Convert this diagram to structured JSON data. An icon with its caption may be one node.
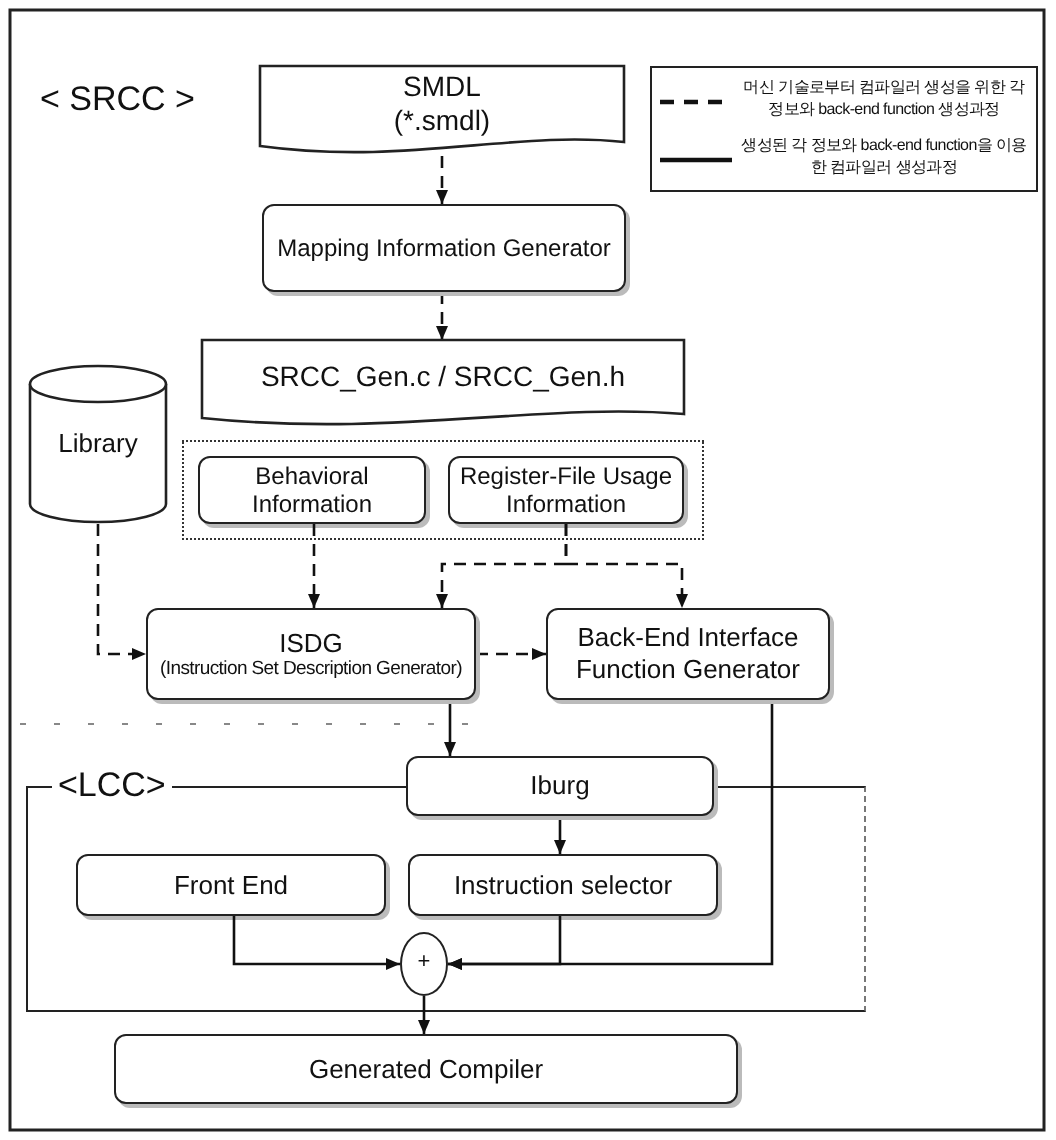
{
  "diagram": {
    "nodes": [
      {
        "text": [
          "SMDL (*.smdl)"
        ]
      },
      {
        "text": [
          "Mapping Information Generator"
        ]
      },
      {
        "text": [
          "SRCC_Gen.c / SRCC_Gen.h"
        ]
      },
      {
        "text": [],
        "shape": "box"
      },
      {
        "text": [
          "Library"
        ]
      },
      {
        "text": [
          "Behavioral Information"
        ],
        "in": 3
      },
      {
        "text": [
          "Register-File Usage Information"
        ],
        "in": 3
      },
      {
        "text": [
          "ISDG",
          "(Instruction Set Description Generator)"
        ]
      },
      {
        "text": [
          "Back-End Interface Function Generator"
        ]
      },
      {
        "text": [
          "<LCC>"
        ]
      },
      {
        "text": [
          "Iburg"
        ]
      },
      {
        "text": [
          "Front End"
        ],
        "in": 9
      },
      {
        "text": [
          "Instruction selector"
        ],
        "in": 9
      },
      {
        "text": [
          "+"
        ],
        "in": 9
      },
      {
        "text": [
          "Generated Compiler"
        ]
      }
    ],
    "edges": [
      {
        "from": 0,
        "to": 1,
        "arrow": "to",
        "style": "dashed"
      },
      {
        "from": 1,
        "to": 2,
        "arrow": "to",
        "style": "dashed"
      },
      {
        "from": 5,
        "to": 7,
        "arrow": "to",
        "style": "dashed"
      },
      {
        "from": 6,
        "to": 7,
        "arrow": "to",
        "style": "dashed"
      },
      {
        "from": 6,
        "to": 8,
        "arrow": "to",
        "style": "dashed"
      },
      {
        "from": 4,
        "to": 7,
        "arrow": "to",
        "style": "dashed"
      },
      {
        "from": 7,
        "to": 8,
        "arrow": "to",
        "style": "dashed"
      },
      {
        "from": 7,
        "to": 10,
        "arrow": "to"
      },
      {
        "from": 10,
        "to": 12,
        "arrow": "to"
      },
      {
        "from": 11,
        "to": 13,
        "arrow": "to"
      },
      {
        "from": 12,
        "to": 13,
        "arrow": "to"
      },
      {
        "from": 8,
        "to": 13,
        "arrow": "to"
      },
      {
        "from": 13,
        "to": 14,
        "arrow": "to"
      }
    ],
    "labels": [
      "< SRCC >"
    ],
    "legend": [
      {
        "text": "머신 기술로부터 컴파일러 생성을 위한 각 정보와 back-end function 생성과정"
      },
      {
        "text": "생성된 각 정보와 back-end function을 이용한 컴파일러 생성과정"
      }
    ]
  }
}
